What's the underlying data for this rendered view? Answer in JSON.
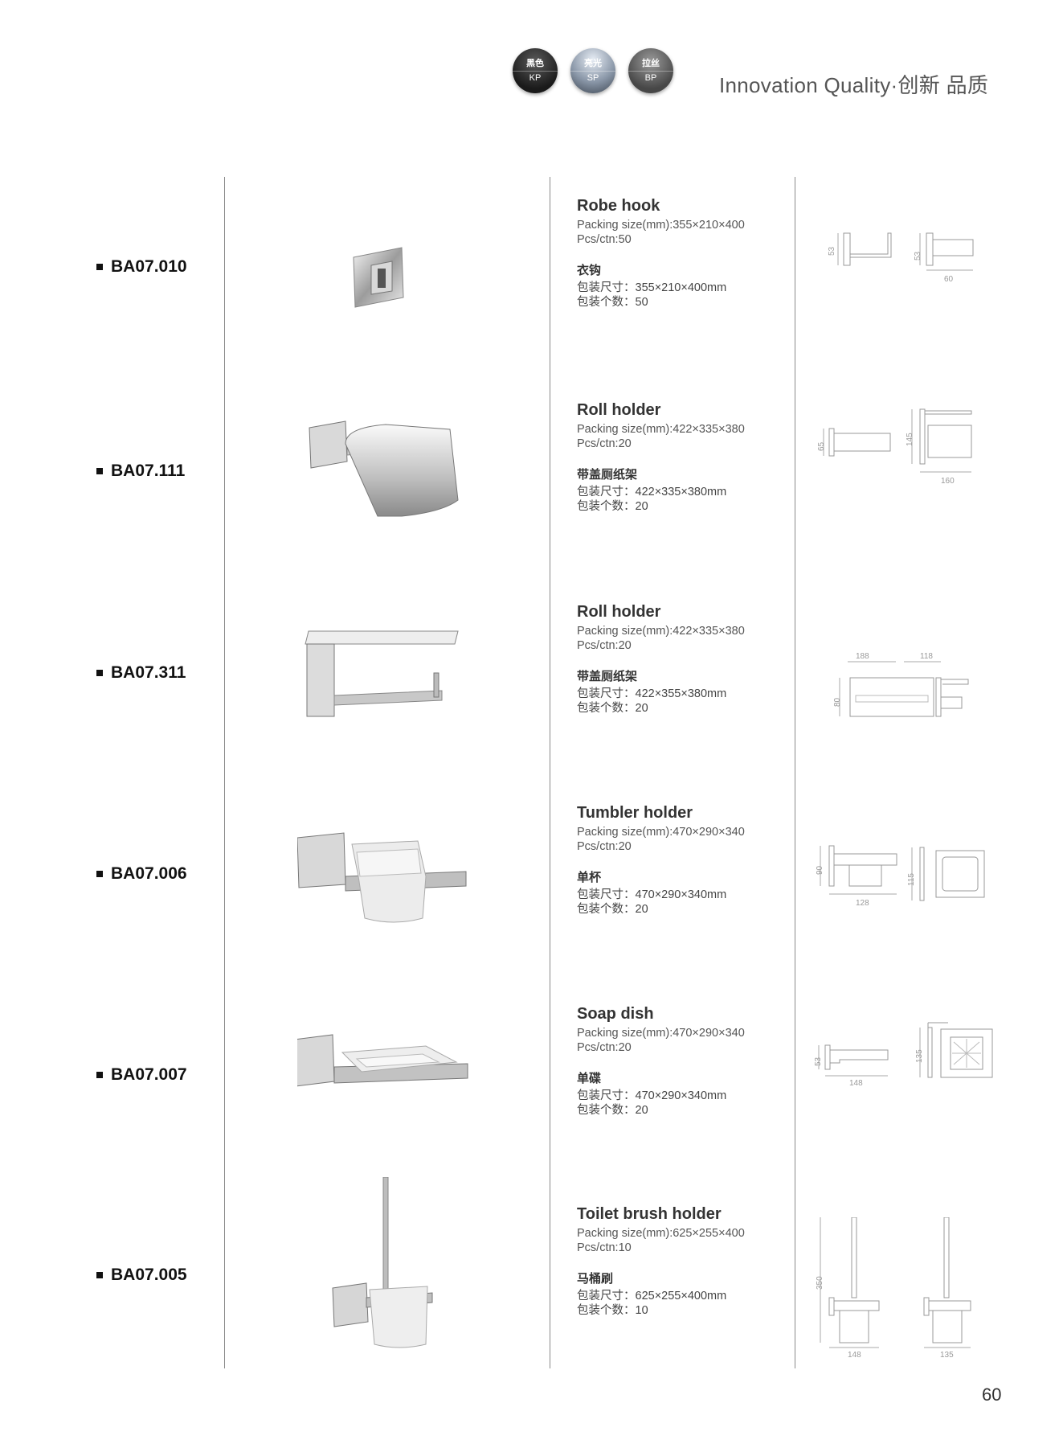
{
  "header": {
    "finishes": [
      {
        "cn": "黑色",
        "code": "KP"
      },
      {
        "cn": "亮光",
        "code": "SP"
      },
      {
        "cn": "拉丝",
        "code": "BP"
      }
    ],
    "tagline": "Innovation Quality·创新 品质"
  },
  "products": [
    {
      "code": "BA07.010",
      "name": "Robe hook",
      "packing": "Packing size(mm):355×210×400",
      "pcs": "Pcs/ctn:50",
      "cn_name": "衣钩",
      "cn_size": "包装尺寸：355×210×400mm",
      "cn_qty": "包装个数：50",
      "dims": [
        "53",
        "53",
        "60"
      ]
    },
    {
      "code": "BA07.111",
      "name": "Roll holder",
      "packing": "Packing size(mm):422×335×380",
      "pcs": "Pcs/ctn:20",
      "cn_name": "带盖厕纸架",
      "cn_size": "包装尺寸：422×335×380mm",
      "cn_qty": "包装个数：20",
      "dims": [
        "65",
        "145",
        "160"
      ]
    },
    {
      "code": "BA07.311",
      "name": "Roll holder",
      "packing": "Packing size(mm):422×335×380",
      "pcs": "Pcs/ctn:20",
      "cn_name": "带盖厕纸架",
      "cn_size": "包装尺寸：422×355×380mm",
      "cn_qty": "包装个数：20",
      "dims": [
        "188",
        "118",
        "80"
      ]
    },
    {
      "code": "BA07.006",
      "name": "Tumbler holder",
      "packing": "Packing size(mm):470×290×340",
      "pcs": "Pcs/ctn:20",
      "cn_name": "单杯",
      "cn_size": "包装尺寸：470×290×340mm",
      "cn_qty": "包装个数：20",
      "dims": [
        "90",
        "115",
        "128"
      ]
    },
    {
      "code": "BA07.007",
      "name": "Soap dish",
      "packing": "Packing size(mm):470×290×340",
      "pcs": "Pcs/ctn:20",
      "cn_name": "单碟",
      "cn_size": "包装尺寸：470×290×340mm",
      "cn_qty": "包装个数：20",
      "dims": [
        "53",
        "135",
        "148"
      ]
    },
    {
      "code": "BA07.005",
      "name": "Toilet brush holder",
      "packing": "Packing size(mm):625×255×400",
      "pcs": "Pcs/ctn:10",
      "cn_name": "马桶刷",
      "cn_size": "包装尺寸：625×255×400mm",
      "cn_qty": "包装个数：10",
      "dims": [
        "350",
        "148",
        "135"
      ]
    }
  ],
  "page_number": "60"
}
